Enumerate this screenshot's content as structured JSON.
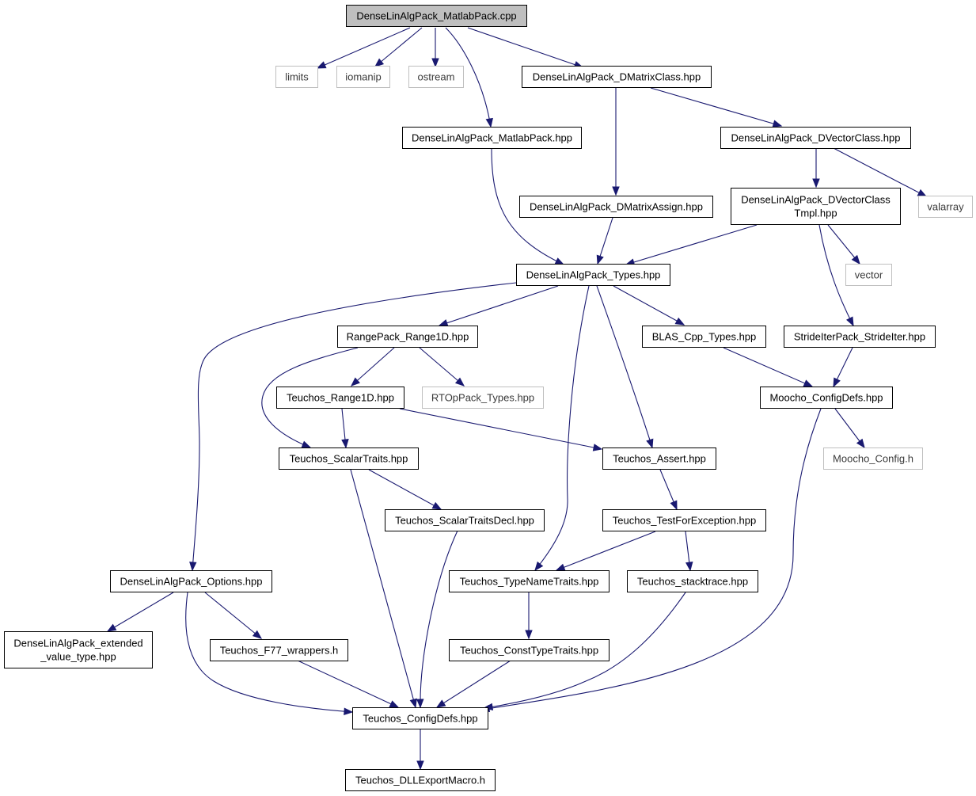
{
  "nodes": {
    "root": {
      "lines": [
        "DenseLinAlgPack_MatlabPack.cpp"
      ]
    },
    "limits": {
      "lines": [
        "limits"
      ]
    },
    "iomanip": {
      "lines": [
        "iomanip"
      ]
    },
    "ostream": {
      "lines": [
        "ostream"
      ]
    },
    "dmatrixclass": {
      "lines": [
        "DenseLinAlgPack_DMatrixClass.hpp"
      ]
    },
    "matlabpack_hpp": {
      "lines": [
        "DenseLinAlgPack_MatlabPack.hpp"
      ]
    },
    "dvectorclass": {
      "lines": [
        "DenseLinAlgPack_DVectorClass.hpp"
      ]
    },
    "dmatrixassign": {
      "lines": [
        "DenseLinAlgPack_DMatrixAssign.hpp"
      ]
    },
    "dvectorclasstmpl": {
      "lines": [
        "DenseLinAlgPack_DVectorClass",
        "Tmpl.hpp"
      ]
    },
    "valarray": {
      "lines": [
        "valarray"
      ]
    },
    "types": {
      "lines": [
        "DenseLinAlgPack_Types.hpp"
      ]
    },
    "vector": {
      "lines": [
        "vector"
      ]
    },
    "range1d": {
      "lines": [
        "RangePack_Range1D.hpp"
      ]
    },
    "blas": {
      "lines": [
        "BLAS_Cpp_Types.hpp"
      ]
    },
    "strideiter": {
      "lines": [
        "StrideIterPack_StrideIter.hpp"
      ]
    },
    "teuchos_range1d": {
      "lines": [
        "Teuchos_Range1D.hpp"
      ]
    },
    "rtoppack": {
      "lines": [
        "RTOpPack_Types.hpp"
      ]
    },
    "moocho_configdefs": {
      "lines": [
        "Moocho_ConfigDefs.hpp"
      ]
    },
    "scalartraits": {
      "lines": [
        "Teuchos_ScalarTraits.hpp"
      ]
    },
    "assert": {
      "lines": [
        "Teuchos_Assert.hpp"
      ]
    },
    "moocho_config": {
      "lines": [
        "Moocho_Config.h"
      ]
    },
    "scalartraitsdecl": {
      "lines": [
        "Teuchos_ScalarTraitsDecl.hpp"
      ]
    },
    "testforexception": {
      "lines": [
        "Teuchos_TestForException.hpp"
      ]
    },
    "options": {
      "lines": [
        "DenseLinAlgPack_Options.hpp"
      ]
    },
    "typenametraits": {
      "lines": [
        "Teuchos_TypeNameTraits.hpp"
      ]
    },
    "stacktrace": {
      "lines": [
        "Teuchos_stacktrace.hpp"
      ]
    },
    "extended": {
      "lines": [
        "DenseLinAlgPack_extended",
        "_value_type.hpp"
      ]
    },
    "f77": {
      "lines": [
        "Teuchos_F77_wrappers.h"
      ]
    },
    "consttypetraits": {
      "lines": [
        "Teuchos_ConstTypeTraits.hpp"
      ]
    },
    "teuchos_configdefs": {
      "lines": [
        "Teuchos_ConfigDefs.hpp"
      ]
    },
    "dllexport": {
      "lines": [
        "Teuchos_DLLExportMacro.h"
      ]
    }
  },
  "colors": {
    "edge": "#191970",
    "root_fill": "#bfbfbf",
    "node_border": "#000000",
    "external_border": "#bfbfbf"
  }
}
